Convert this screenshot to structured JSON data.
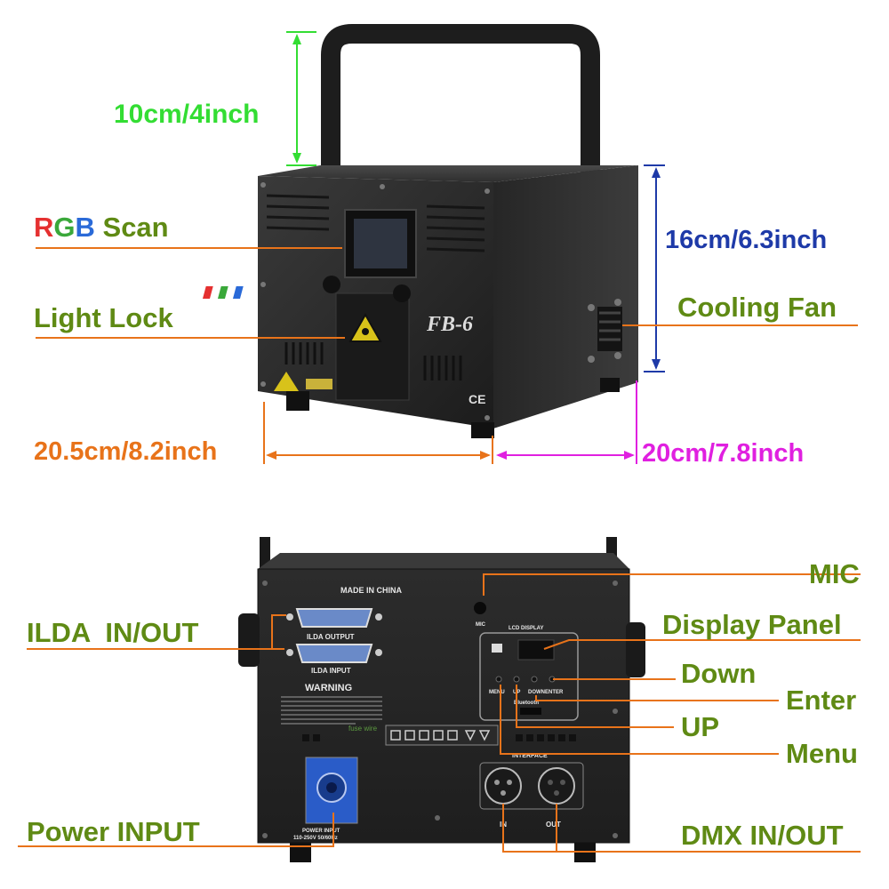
{
  "front": {
    "model": "FB-6",
    "dims": {
      "height_handle": "10cm/4inch",
      "height_body": "16cm/6.3inch",
      "width": "20.5cm/8.2inch",
      "depth": "20cm/7.8inch"
    },
    "rgb_scan": {
      "r": "R",
      "g": "G",
      "b": "B",
      "rest": " Scan"
    },
    "light_lock": "Light Lock",
    "cooling_fan": "Cooling Fan",
    "ce_mark": "CE"
  },
  "back": {
    "panel": {
      "made_in": "MADE IN CHINA",
      "ilda_output": "ILDA OUTPUT",
      "ilda_input": "ILDA INPUT",
      "warning": "WARNING",
      "lcd_display": "LCD DISPLAY",
      "mic_small": "MIC",
      "buttons": [
        "MENU",
        "UP",
        "DOWN",
        "ENTER"
      ],
      "bluetooth": "Bluetooth",
      "interface": "INTERFACE",
      "fuse": "fuse wire",
      "power_input": "POWER INPUT",
      "voltage": "110-250V 50/60Hz",
      "in": "IN",
      "out": "OUT"
    },
    "labels": {
      "mic": "MIC",
      "ilda": "ILDA  IN/OUT",
      "display_panel": "Display Panel",
      "down": "Down",
      "enter": "Enter",
      "up": "UP",
      "menu": "Menu",
      "power": "Power INPUT",
      "dmx": "DMX IN/OUT"
    }
  },
  "colors": {
    "callout_orange": "#e8731a",
    "olive_text": "#5f8a14",
    "dim_green": "#33dd33",
    "dim_blue": "#1e3aa8",
    "dim_magenta": "#e020e0",
    "chassis": "#2a2a2a",
    "rgb_red": "#e53030",
    "rgb_green": "#3aa83a",
    "rgb_blue": "#2a6ad8"
  }
}
